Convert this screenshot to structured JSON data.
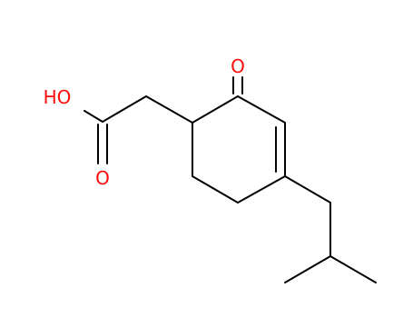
{
  "colors": {
    "background": "#ffffff",
    "bond": "#000000",
    "oxygen": "#ff0d0d"
  },
  "atoms": {
    "ketone_oxygen": "O",
    "hydroxyl": "HO",
    "carbonyl_oxygen": "O"
  }
}
